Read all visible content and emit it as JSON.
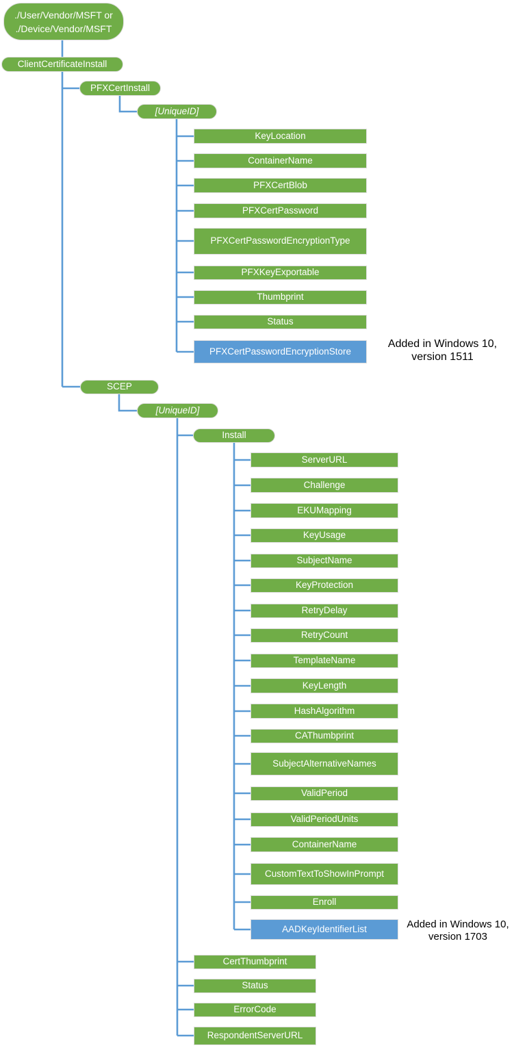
{
  "colors": {
    "node_green": "#70ad47",
    "node_blue": "#5b9bd5",
    "connector_blue": "#5b9bd5",
    "node_text": "#ffffff",
    "annotation_text": "#000000"
  },
  "root": {
    "line1": "./User/Vendor/MSFT or",
    "line2": "./Device/Vendor/MSFT"
  },
  "client_certificate_install": {
    "label": "ClientCertificateInstall"
  },
  "pfx_cert_install": {
    "label": "PFXCertInstall",
    "unique_id": {
      "label": "[UniqueID]"
    },
    "items": [
      "KeyLocation",
      "ContainerName",
      "PFXCertBlob",
      "PFXCertPassword",
      "PFXCertPasswordEncryptionType",
      "PFXKeyExportable",
      "Thumbprint",
      "Status"
    ],
    "added_item": {
      "label": "PFXCertPasswordEncryptionStore",
      "annotation_line1": "Added in Windows 10,",
      "annotation_line2": "version 1511"
    }
  },
  "scep": {
    "label": "SCEP",
    "unique_id": {
      "label": "[UniqueID]"
    },
    "install": {
      "label": "Install",
      "items": [
        "ServerURL",
        "Challenge",
        "EKUMapping",
        "KeyUsage",
        "SubjectName",
        "KeyProtection",
        "RetryDelay",
        "RetryCount",
        "TemplateName",
        "KeyLength",
        "HashAlgorithm",
        "CAThumbprint",
        "SubjectAlternativeNames",
        "ValidPeriod",
        "ValidPeriodUnits",
        "ContainerName",
        "CustomTextToShowInPrompt",
        "Enroll"
      ],
      "added_item": {
        "label": "AADKeyIdentifierList",
        "annotation_line1": "Added in Windows 10,",
        "annotation_line2": "version 1703"
      }
    },
    "items": [
      "CertThumbprint",
      "Status",
      "ErrorCode",
      "RespondentServerURL"
    ]
  }
}
